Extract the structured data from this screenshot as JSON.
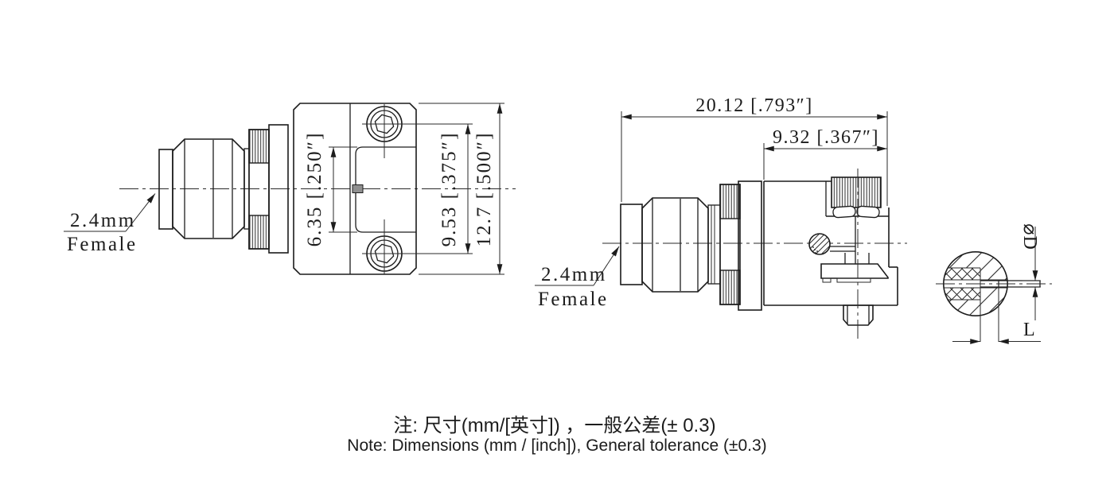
{
  "front_view": {
    "connector_label": {
      "line1": "2.4mm",
      "line2": "Female"
    },
    "dims": {
      "cavity_width": "6.35 [.250″]",
      "hole_spacing": "9.53 [.375″]",
      "flange_height": "12.7 [.500″]"
    }
  },
  "side_view": {
    "connector_label": {
      "line1": "2.4mm",
      "line2": "Female"
    },
    "dims": {
      "overall_length": "20.12 [.793″]",
      "body_length": "9.32 [.367″]"
    }
  },
  "detail_view": {
    "dims": {
      "pin_diameter": "⌀D",
      "pin_length": "L"
    }
  },
  "notes": {
    "line1_zh": "注: 尺寸(mm/[英寸]) ，一般公差(± 0.3)",
    "line2_en": "Note: Dimensions (mm / [inch]), General tolerance (±0.3)"
  },
  "colors": {
    "line": "#1c1c1c",
    "background": "#ffffff"
  }
}
